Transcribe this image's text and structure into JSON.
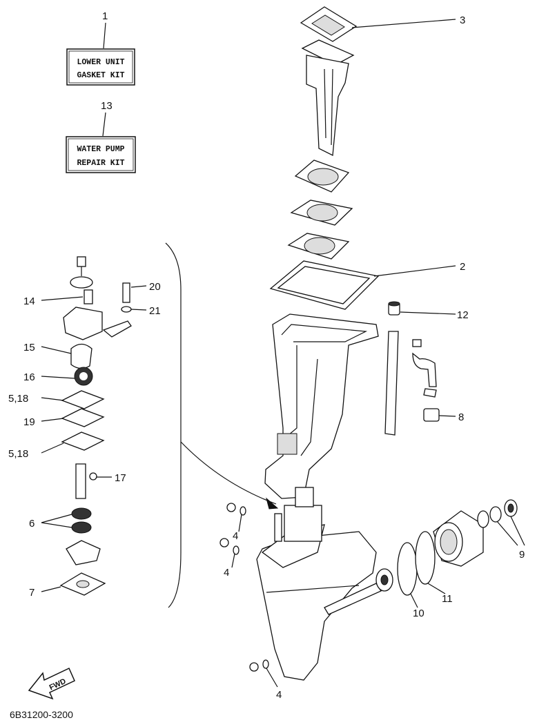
{
  "kits": {
    "lower_unit": {
      "number": "1",
      "line1": "LOWER UNIT",
      "line2": "GASKET KIT"
    },
    "water_pump": {
      "number": "13",
      "line1": "WATER PUMP",
      "line2": "REPAIR KIT"
    }
  },
  "callouts": {
    "c2": "2",
    "c3": "3",
    "c4a": "4",
    "c4b": "4",
    "c4c": "4",
    "c5a": "5,18",
    "c5b": "5,18",
    "c6": "6",
    "c7": "7",
    "c8": "8",
    "c9": "9",
    "c10": "10",
    "c11": "11",
    "c12": "12",
    "c14": "14",
    "c15": "15",
    "c16": "16",
    "c17": "17",
    "c19": "19",
    "c20": "20",
    "c21": "21"
  },
  "fwd_label": "FWD",
  "diagram_code": "6B31200-3200"
}
